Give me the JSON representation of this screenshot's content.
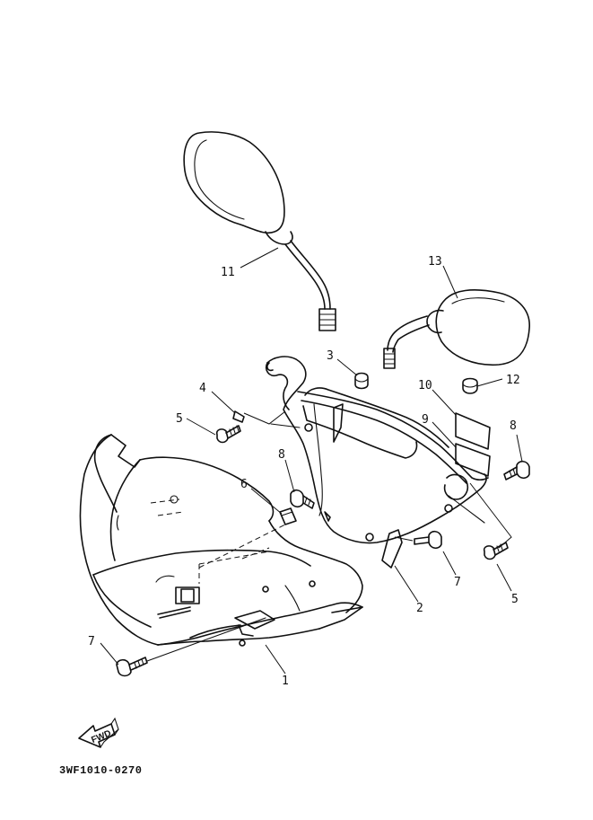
{
  "callouts": {
    "c1": "1",
    "c2": "2",
    "c3": "3",
    "c4": "4",
    "c5a": "5",
    "c5b": "5",
    "c6": "6",
    "c7a": "7",
    "c7b": "7",
    "c8a": "8",
    "c8b": "8",
    "c9": "9",
    "c10": "10",
    "c11": "11",
    "c12": "12",
    "c13": "13"
  },
  "fwd_label": "FWD",
  "diagram_code": "3WF1010-0270"
}
